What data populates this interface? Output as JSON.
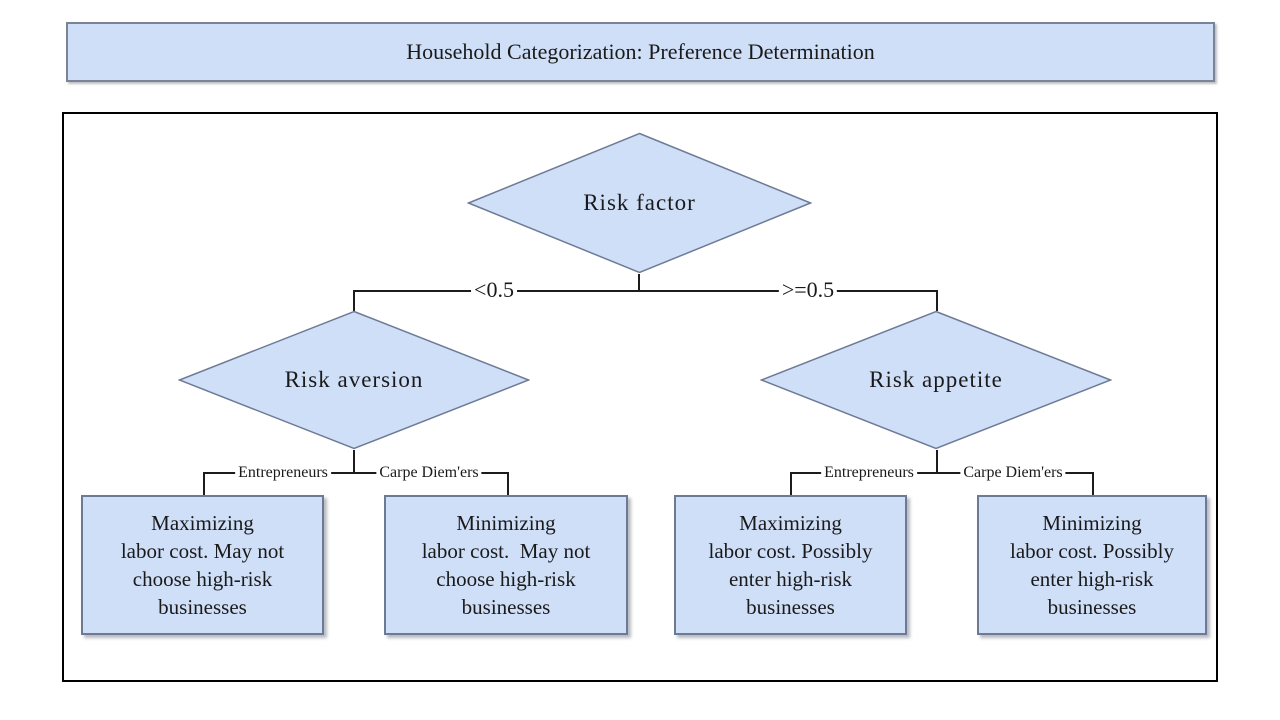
{
  "title": "Household Categorization: Preference Determination",
  "colors": {
    "node_fill": "#cfdff8",
    "node_border": "#6e7b96",
    "leaf_border": "#6d7a94",
    "frame_border": "#7b8494",
    "line_color": "#1c1c1c"
  },
  "diagram": {
    "root": {
      "label": "Risk factor"
    },
    "groups": [
      {
        "branch_label": "<0.5",
        "node_label": "Risk aversion",
        "child_branch_labels": [
          "Entrepreneurs",
          "Carpe Diem'ers"
        ],
        "leaves": [
          {
            "lines": [
              "Maximizing",
              "labor cost. May not",
              "choose high-risk",
              "businesses"
            ]
          },
          {
            "lines": [
              "Minimizing",
              "labor cost.  May not",
              "choose high-risk",
              "businesses"
            ]
          }
        ]
      },
      {
        "branch_label": ">=0.5",
        "node_label": "Risk appetite",
        "child_branch_labels": [
          "Entrepreneurs",
          "Carpe Diem'ers"
        ],
        "leaves": [
          {
            "lines": [
              "Maximizing",
              "labor cost. Possibly",
              "enter high-risk",
              "businesses"
            ]
          },
          {
            "lines": [
              "Minimizing",
              "labor cost. Possibly",
              "enter high-risk",
              "businesses"
            ]
          }
        ]
      }
    ]
  }
}
